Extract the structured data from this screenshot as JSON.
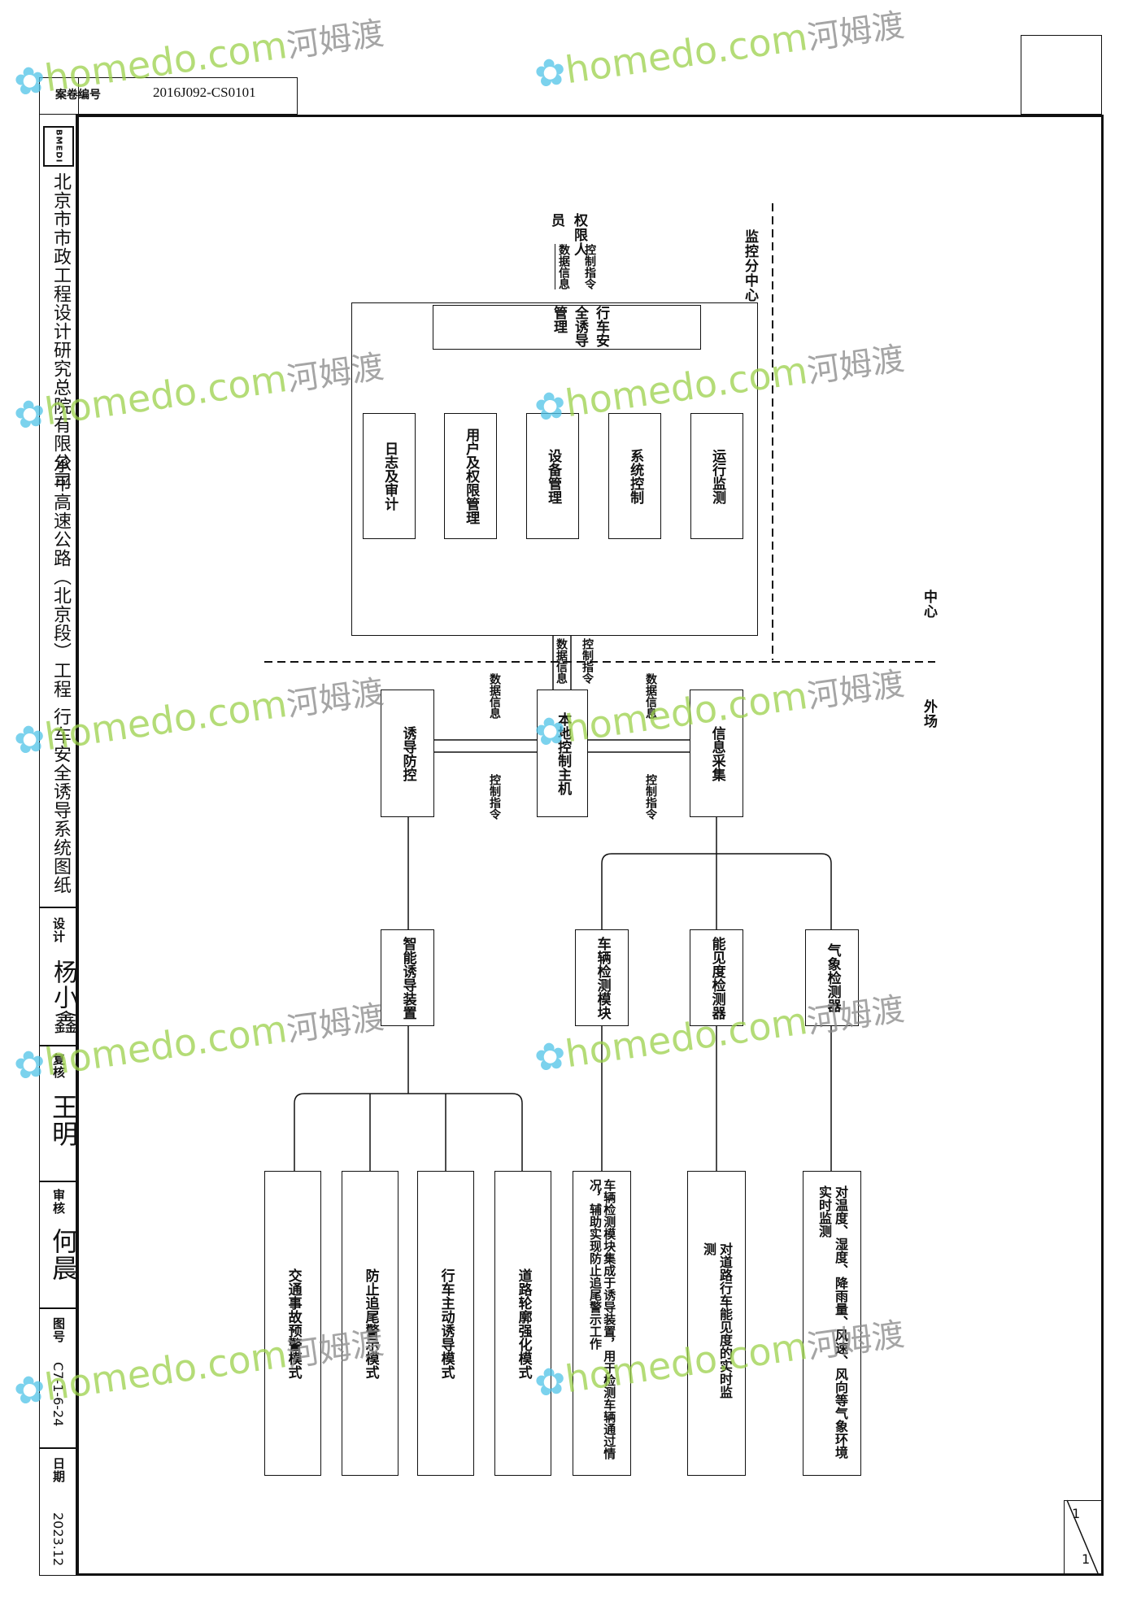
{
  "title_block": {
    "drawing_no_label": "案卷编号",
    "drawing_no": "2016J092-CS0101",
    "company": "北京市市政工程设计研究总院有限公司",
    "project": "承平高速公路（北京段）工程",
    "drawing_title": "行车安全诱导系统图纸",
    "design_label": "设计",
    "review_label": "复核",
    "approve_label": "审核",
    "sheet_no_label": "图号",
    "sheet_no": "C7-1-6-24",
    "date_label": "日期",
    "date": "2023.12",
    "page_current": "1",
    "page_total": "1",
    "logo_text": "BMEDI",
    "signature_design": "杨小鑫",
    "signature_review": "王明",
    "signature_approve": "何晨"
  },
  "diagram": {
    "zone_monitor": "监控分中心",
    "zone_center": "中心",
    "zone_field": "外场",
    "auth_users": "权限人员",
    "ctrl_cmd": "控制指令",
    "data_info": "数据信息",
    "platform": "行车安全诱导管理",
    "modules": [
      "运行监测",
      "系统控制",
      "设备管理",
      "用户及权限管理",
      "日志及审计"
    ],
    "local_host": "本地控制主机",
    "info_collect": "信息采集",
    "guide_ctrl": "诱导防控",
    "intelligent_device": "智能诱导装置",
    "sensors": [
      "气象检测器",
      "能见度检测器",
      "车辆检测模块"
    ],
    "sensor_desc": [
      "对温度、湿度、降雨量、风速、风向等气象环境实时监测",
      "对道路行车能见度的实时监测",
      "车辆检测模块集成于诱导装置，用于检测车辆通过情况，辅助实现防止追尾警示工作"
    ],
    "modes": [
      "道路轮廓强化模式",
      "行车主动诱导模式",
      "防止追尾警示模式",
      "交通事故预警模式"
    ]
  },
  "watermark": {
    "brand": "homedo.com",
    "cn": "河姆渡"
  }
}
